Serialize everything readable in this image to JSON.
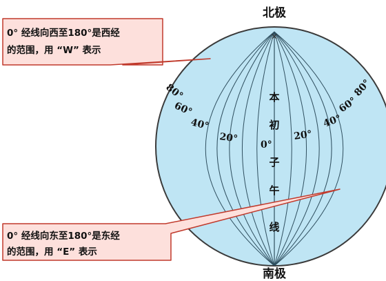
{
  "poles": {
    "north": "北极",
    "south": "南极",
    "north_marker": "×"
  },
  "prime_meridian_chars": [
    "本",
    "初",
    "子",
    "午",
    "线"
  ],
  "west_labels": [
    "80°",
    "60°",
    "40°",
    "20°"
  ],
  "center_label": "0°",
  "east_labels": [
    "20°",
    "40°",
    "60°",
    "80°"
  ],
  "callout_west": {
    "line1": "0° 经线向西至180°是西经",
    "line2": "的范围，用 “W” 表示"
  },
  "callout_east": {
    "line1": "0° 经线向东至180°是东经",
    "line2": "的范围，用 “E” 表示"
  },
  "colors": {
    "globe_fill": "#bfe5f4",
    "globe_stroke": "#3a3a3a",
    "meridian": "#2f4f5f",
    "callout_fill": "#fde0dc",
    "callout_stroke": "#c0392b"
  }
}
